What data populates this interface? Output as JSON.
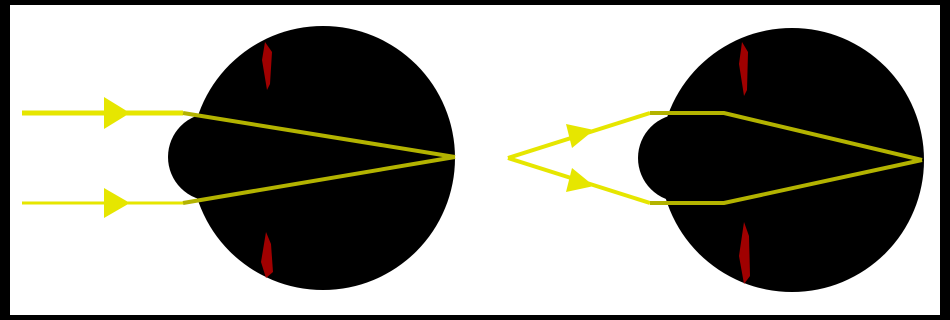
{
  "colors": {
    "frame": "#000000",
    "background": "#ffffff",
    "eye": "#000000",
    "ray": "#e6e600",
    "ray_inside": "#b3b300",
    "iris": "#a00000"
  },
  "panels": [
    {
      "description_key": "left-eye",
      "rays": 2,
      "ray_direction": "incoming-parallel",
      "iris_shape": "narrow"
    },
    {
      "description_key": "right-eye",
      "rays": 2,
      "ray_direction": "diverging-from-point",
      "iris_shape": "narrow"
    }
  ]
}
